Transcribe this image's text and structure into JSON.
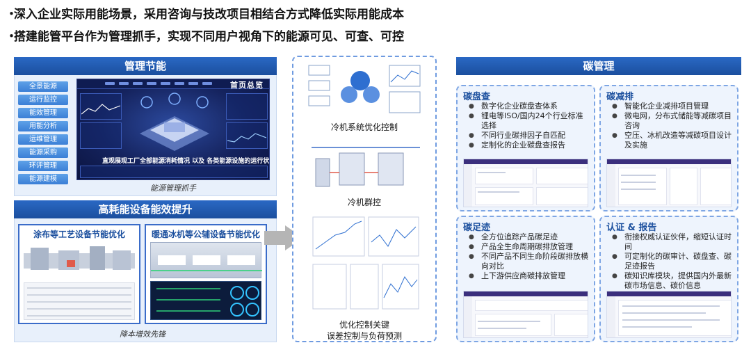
{
  "headlines": [
    "深入企业实际用能场景，采用咨询与技改项目相结合方式降低实际用能成本",
    "搭建能管平台作为管理抓手，实现不同用户视角下的能源可见、可查、可控"
  ],
  "bullet_glyph": "・",
  "management": {
    "header": "管理节能",
    "menu": [
      "全景能源",
      "运行监控",
      "能效管理",
      "用能分析",
      "运维管理",
      "能源采购",
      "环评管理",
      "能源建模"
    ],
    "dashboard_title": "首页总览",
    "dashboard_caption": "直观展现工厂全部能源消耗情况 以及 各类能源设施的运行状况",
    "caption": "能源管理抓手"
  },
  "high_energy": {
    "header": "高耗能设备能效提升",
    "left_title": "涂布等工艺设备节能优化",
    "right_title": "暖通冰机等公辅设备节能优化",
    "caption": "降本增效先锋"
  },
  "middle": {
    "labels": [
      "冷机系统优化控制",
      "冷机群控",
      "优化控制关键",
      "误差控制与负荷预测"
    ]
  },
  "carbon": {
    "header": "碳管理",
    "boxes": [
      {
        "title": "碳盘查",
        "items": [
          "数字化企业碳盘查体系",
          "锂电等ISO/国内24个行业标准选择",
          "不同行业碳排因子自匹配",
          "定制化的企业碳盘查报告"
        ]
      },
      {
        "title": "碳减排",
        "items": [
          "智能化企业减排项目管理",
          "微电网，分布式储能等减碳项目咨询",
          "空压、冰机改造等减碳项目设计及实施"
        ]
      },
      {
        "title": "碳足迹",
        "items": [
          "全方位追踪产品碳足迹",
          "产品全生命周期碳排放管理",
          "不同产品不同生命阶段碳排放横向对比",
          "上下游供应商碳排放管理"
        ]
      },
      {
        "title": "认证 & 报告",
        "items": [
          "衔接权威认证伙伴，缩短认证时间",
          "可定制化的碳审计、碳盘查、碳足迹报告",
          "碳知识库模块，提供国内外最新碳市场信息、碳价信息"
        ]
      }
    ]
  },
  "colors": {
    "brand_blue": "#1b4f9e",
    "accent_blue": "#3b7fd6",
    "panel_bg": "#e8f0fb"
  }
}
